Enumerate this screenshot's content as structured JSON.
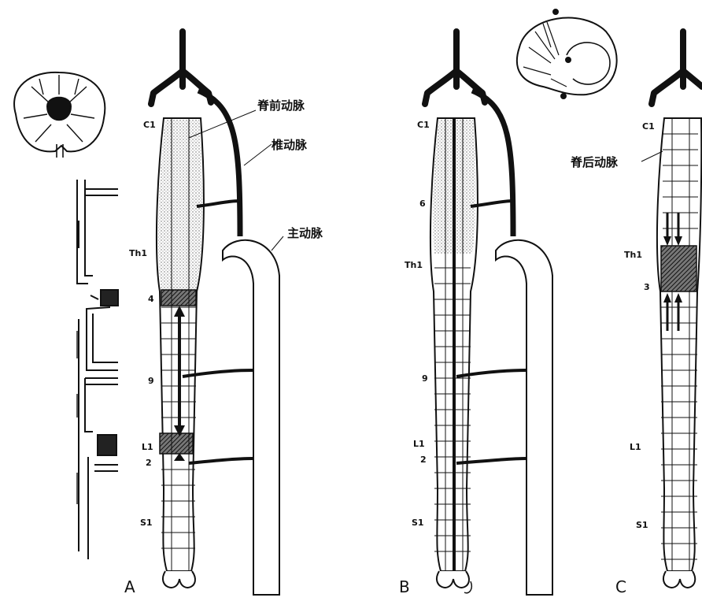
{
  "panels": [
    {
      "letter": "A",
      "levels": {
        "c1": "C1",
        "six": "",
        "th1": "Th1",
        "four": "4",
        "three": "",
        "nine": "9",
        "l1": "L1",
        "two": "2",
        "s1": "S1"
      }
    },
    {
      "letter": "B",
      "levels": {
        "c1": "C1",
        "six": "6",
        "th1": "Th1",
        "four": "",
        "three": "",
        "nine": "9",
        "l1": "L1",
        "two": "2",
        "s1": "S1"
      }
    },
    {
      "letter": "C",
      "levels": {
        "c1": "C1",
        "six": "",
        "th1": "Th1",
        "four": "",
        "three": "3",
        "nine": "",
        "l1": "L1",
        "two": "",
        "s1": "S1"
      }
    }
  ],
  "vessel_labels": {
    "anterior_spinal_artery": "脊前动脉",
    "vertebral_artery": "椎动脉",
    "aorta": "主动脉",
    "posterior_spinal_artery": "脊后动脉"
  },
  "colors": {
    "ink": "#111111",
    "paper": "#ffffff",
    "stipple": "#cfcfcf",
    "hatch": "#555555"
  }
}
